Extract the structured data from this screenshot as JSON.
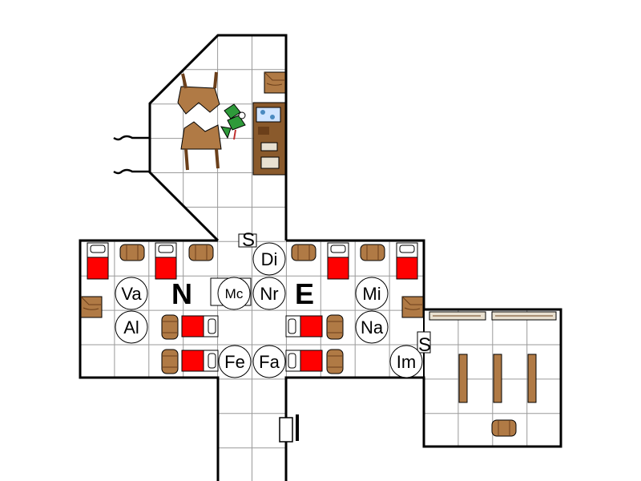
{
  "map": {
    "room_labels": {
      "north": "N",
      "east": "E"
    },
    "secret_door_label": "S",
    "tokens": [
      "Di",
      "Va",
      "Mc",
      "Nr",
      "Mi",
      "Al",
      "Na",
      "Fe",
      "Fa",
      "Im"
    ],
    "colors": {
      "wall": "#000000",
      "grid": "#9a9a9a",
      "bed_blanket": "#ff0000",
      "wood": "#b07a45",
      "wood_dark": "#6b3f1a",
      "plant": "#2e9a3a"
    }
  }
}
